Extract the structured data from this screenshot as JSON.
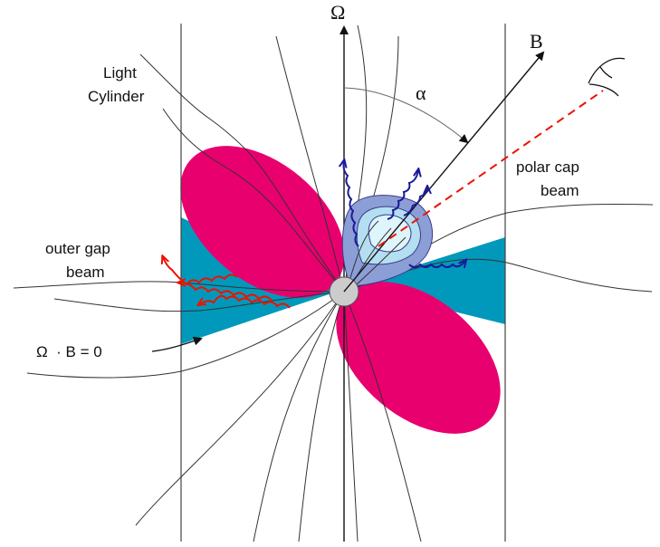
{
  "labels": {
    "omega": "Ω",
    "b": "B",
    "alpha": "α",
    "light_cylinder_line1": "Light",
    "light_cylinder_line2": "Cylinder",
    "polar_cap_line1": "polar cap",
    "polar_cap_line2": "beam",
    "outer_gap_line1": "outer gap",
    "outer_gap_line2": "beam",
    "null_surface": "Ω  · B = 0"
  },
  "colors": {
    "lobe": "#e8006f",
    "outer_gap_region": "#0099bb",
    "polar_cap_outer": "#8c9ed6",
    "polar_cap_mid": "#b3dff0",
    "polar_cap_inner": "#ddf5fb",
    "star": "#cccccc",
    "outer_gap_photons": "#ee1100",
    "polar_cap_photons": "#1a1a99",
    "line_of_sight": "#ee1100"
  },
  "icons": {
    "observer": "eye-icon"
  }
}
